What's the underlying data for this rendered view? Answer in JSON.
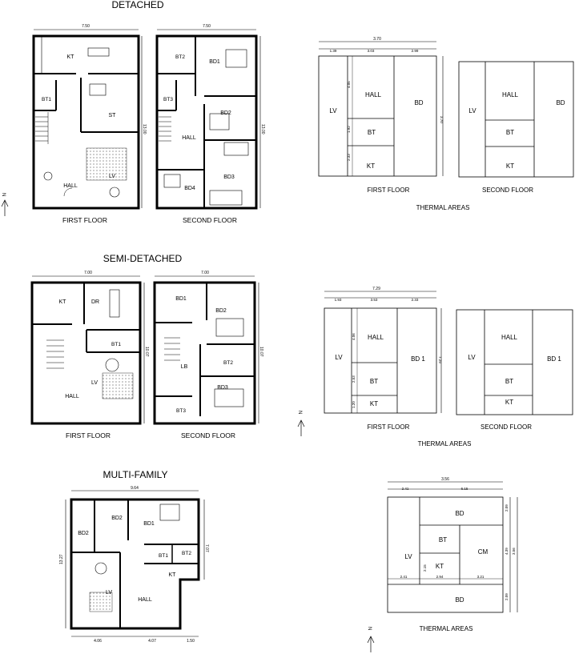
{
  "sections": {
    "detached": {
      "title": "DETACHED",
      "first_floor": {
        "caption": "FIRST FLOOR",
        "width_dim": "7.50",
        "height_dim": "13.00",
        "rooms": [
          "KT",
          "BT1",
          "ST",
          "LV",
          "HALL"
        ]
      },
      "second_floor": {
        "caption": "SECOND FLOOR",
        "width_dim": "7.50",
        "height_dim": "13.00",
        "rooms": [
          "BT2",
          "BD1",
          "BT3",
          "BD2",
          "HALL",
          "BD3",
          "BD4"
        ]
      },
      "thermal": {
        "caption": "THERMAL AREAS",
        "first_caption": "FIRST FLOOR",
        "second_caption": "SECOND FLOOR",
        "total_width": "3.70",
        "segments": [
          "1.39",
          "3.03",
          "2.99"
        ],
        "side_dim": "3.70",
        "vertical_dims": [
          "4.05",
          "1.92",
          "2.33"
        ],
        "zones": [
          "LV",
          "HALL",
          "BD",
          "BT",
          "KT"
        ]
      }
    },
    "semi_detached": {
      "title": "SEMI-DETACHED",
      "first_floor": {
        "caption": "FIRST FLOOR",
        "width_dim": "7.00",
        "height_dim": "10.07",
        "rooms": [
          "KT",
          "DR",
          "BT1",
          "LV",
          "HALL"
        ]
      },
      "second_floor": {
        "caption": "SECOND FLOOR",
        "width_dim": "7.00",
        "height_dim": "10.07",
        "rooms": [
          "BD1",
          "BD2",
          "LB",
          "BT2",
          "BD3",
          "BT3"
        ]
      },
      "thermal": {
        "caption": "THERMAL AREAS",
        "first_caption": "FIRST FLOOR",
        "second_caption": "SECOND FLOOR",
        "total_width": "7.29",
        "segments": [
          "1.93",
          "3.53",
          "2.33"
        ],
        "side_dim": "7.29",
        "vertical_dims": [
          "4.06",
          "2.53",
          "1.20"
        ],
        "zones": [
          "LV",
          "HALL",
          "BD 1",
          "BT",
          "KT"
        ]
      }
    },
    "multi_family": {
      "title": "MULTI-FAMILY",
      "plan": {
        "width_dim": "9.64",
        "height_dim": "13.27",
        "right_dim": "7.07",
        "bottom_dims": [
          "4.06",
          "4.07",
          "1.50"
        ],
        "rooms": [
          "BD2",
          "BD2",
          "BD1",
          "BT1",
          "BT2",
          "KT",
          "LV",
          "HALL"
        ]
      },
      "thermal": {
        "caption": "THERMAL AREAS",
        "total_width": "3.56",
        "segments": [
          "2.41",
          "6.15"
        ],
        "lower_segments": [
          "2.41",
          "2.94",
          "3.21"
        ],
        "right_dims": [
          "2.09",
          "4.39",
          "2.09"
        ],
        "side_dim": "3.56",
        "inner_dim": "2.15",
        "zones": [
          "BD",
          "LV",
          "BT",
          "CM",
          "KT",
          "BD"
        ]
      }
    }
  },
  "north_label": "N"
}
